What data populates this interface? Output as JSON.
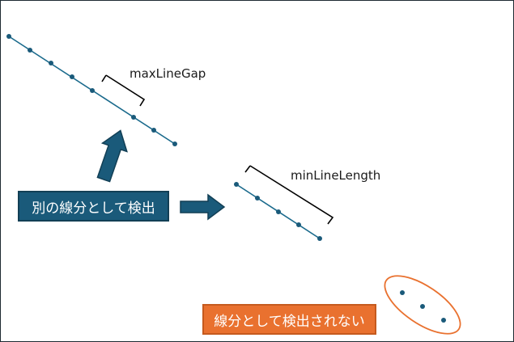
{
  "labels": {
    "max_line_gap": "maxLineGap",
    "min_line_length": "minLineLength"
  },
  "callouts": {
    "detected_as_separate": "別の線分として検出",
    "not_detected": "線分として検出されない"
  },
  "colors": {
    "line": "#1a6a8c",
    "point": "#1a5a7a",
    "arrow": "#1a5a7a",
    "callout_blue": "#1a5a7a",
    "callout_orange": "#e9712f",
    "ellipse": "#e9712f",
    "bracket": "#000000"
  }
}
